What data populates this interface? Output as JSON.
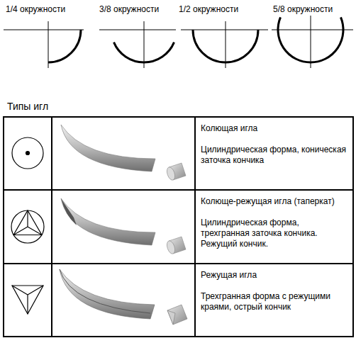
{
  "diagram": {
    "title": "Типы игл",
    "labels": [
      "1/4 окружности",
      "3/8 окружности",
      "1/2 окружности",
      "5/8 окружности",
      "Колющая игла",
      "Цилиндрическая форма, коническая заточка кончика",
      "Колюще-режущая игла (таперкат)",
      "Цилиндрическая форма, трехгранная заточка кончика. Режущий кончик.",
      "Режущая игла",
      "Трехгранная форма с режущими краями, острый кончик"
    ]
  }
}
